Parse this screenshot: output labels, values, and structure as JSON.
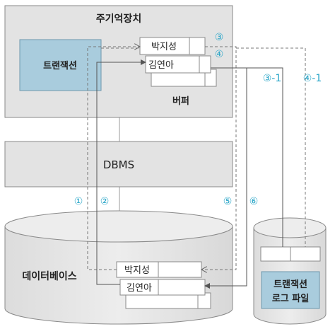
{
  "main_memory": {
    "title": "주기억장치"
  },
  "transaction_box": {
    "label": "트랜잭션"
  },
  "buffer": {
    "label": "버퍼",
    "rows": [
      "박지성",
      "김연아"
    ]
  },
  "dbms": {
    "label": "DBMS"
  },
  "database": {
    "label": "데이터베이스",
    "rows": [
      "박지성",
      "김연아"
    ]
  },
  "log_file": {
    "label_line1": "트랜잭션",
    "label_line2": "로그 파일"
  },
  "steps": {
    "s1": "①",
    "s2": "②",
    "s3": "③",
    "s4": "④",
    "s5": "⑤",
    "s6": "⑥",
    "s3_1": "③-1",
    "s4_1": "④-1"
  },
  "colors": {
    "panel_fill": "#e3e3e3",
    "transaction_fill": "#a9ccdd",
    "step_number": "#2aa6c8",
    "line": "#555555",
    "border": "#8a8a8a"
  }
}
